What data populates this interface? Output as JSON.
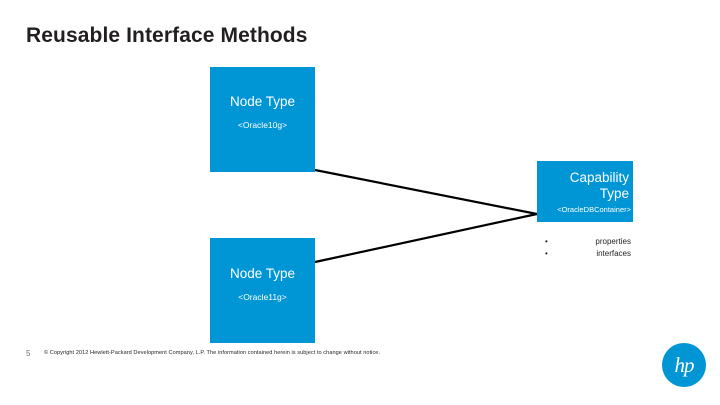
{
  "slide": {
    "title": "Reusable Interface Methods",
    "page_number": "5",
    "copyright": "© Copyright 2012 Hewlett-Packard Development Company, L.P. The information contained herein is subject to change without notice.",
    "logo_text": "hp",
    "accent_color": "#0096d6",
    "title_color": "#231f20"
  },
  "nodes": [
    {
      "id": "node-type-10g",
      "title": "Node Type",
      "subtitle": "<Oracle10g>"
    },
    {
      "id": "node-type-11g",
      "title": "Node Type",
      "subtitle": "<Oracle11g>"
    }
  ],
  "capability": {
    "title_line1": "Capability",
    "title_line2": "Type",
    "subtitle": "<OracleDBContainer>",
    "bullets": [
      {
        "dot": "•",
        "label": "properties"
      },
      {
        "dot": "•",
        "label": "interfaces"
      }
    ]
  },
  "connectors": [
    {
      "id": "connector-10g-to-capability",
      "from": "node-type-10g",
      "to": "capability"
    },
    {
      "id": "connector-11g-to-capability",
      "from": "node-type-11g",
      "to": "capability"
    }
  ]
}
